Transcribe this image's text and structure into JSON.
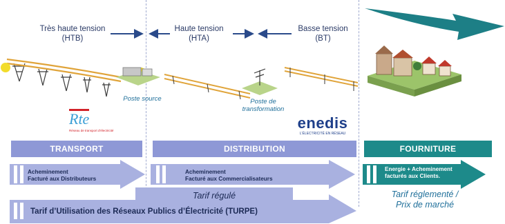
{
  "zones": {
    "htb": {
      "line1": "Très haute tension",
      "line2": "(HTB)"
    },
    "hta": {
      "line1": "Haute tension",
      "line2": "(HTA)"
    },
    "bt": {
      "line1": "Basse tension",
      "line2": "(BT)"
    }
  },
  "labels": {
    "poste_source": "Poste source",
    "poste_transfo_1": "Poste de",
    "poste_transfo_2": "transformation"
  },
  "logos": {
    "rte": "Rte",
    "rte_sub": "Réseau de transport d'électricité",
    "enedis": "enedis",
    "enedis_sub": "L'ÉLECTRICITÉ EN RÉSEAU"
  },
  "bands": {
    "transport": "TRANSPORT",
    "distribution": "DISTRIBUTION",
    "fourniture": "FOURNITURE"
  },
  "arrows": {
    "transport_1": "Acheminement",
    "transport_2": "Facturé aux Distributeurs",
    "distribution_1": "Acheminement",
    "distribution_2": "Facturé aux Commercialisateurs",
    "fourniture_1": "Energie + Acheminement",
    "fourniture_2": "facturés aux Clients."
  },
  "tarifs": {
    "regule": "Tarif régulé",
    "reglemente_1": "Tarif réglementé /",
    "reglemente_2": "Prix de marché",
    "turpe": "Tarif d’Utilisation des Réseaux Publics d’Électricité (TURPE)"
  },
  "colors": {
    "lavender": "#8e98d6",
    "lavender_light": "#a9b1e0",
    "teal": "#1d8a8a",
    "divider": "#9fa9cf",
    "enedis_blue": "#1e3f8a",
    "enedis_green": "#8cc63f",
    "rte_red": "#d2232a"
  }
}
